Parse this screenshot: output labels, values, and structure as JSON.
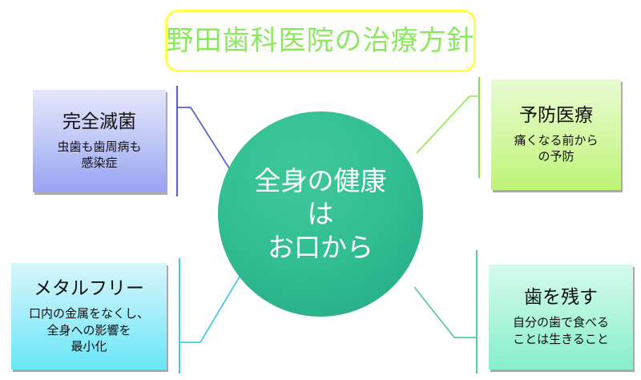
{
  "title": {
    "text": "野田歯科医院の治療方針",
    "text_color": "#8ce861",
    "border_color": "#ffff4d"
  },
  "center": {
    "name": "全身の健康はお口から",
    "lines": [
      "全身の健康",
      "は",
      "お口から"
    ],
    "fill_color": "#33bf93",
    "text_color": "#ffffff"
  },
  "boxes": [
    {
      "id": "sterilization",
      "position": "top-left",
      "title": "完全滅菌",
      "desc_lines": [
        "虫歯も歯周病も",
        "感染症"
      ],
      "color": "#98a2f2",
      "connector_color": "#5866cc"
    },
    {
      "id": "prevention",
      "position": "top-right",
      "title": "予防医療",
      "desc_lines": [
        "痛くなる前から",
        "の予防"
      ],
      "color": "#bdf477",
      "connector_color": "#8ede4b"
    },
    {
      "id": "metalfree",
      "position": "bottom-left",
      "title": "メタルフリー",
      "desc_lines": [
        "口内の金属をなくし、",
        "全身への影響を",
        "最小化"
      ],
      "color": "#68e7f8",
      "connector_color": "#49c8ea"
    },
    {
      "id": "keepteeth",
      "position": "bottom-right",
      "title": "歯を残す",
      "desc_lines": [
        "自分の歯で食べる",
        "ことは生きること"
      ],
      "color": "#86efcb",
      "connector_color": "#5fc9a8"
    }
  ]
}
